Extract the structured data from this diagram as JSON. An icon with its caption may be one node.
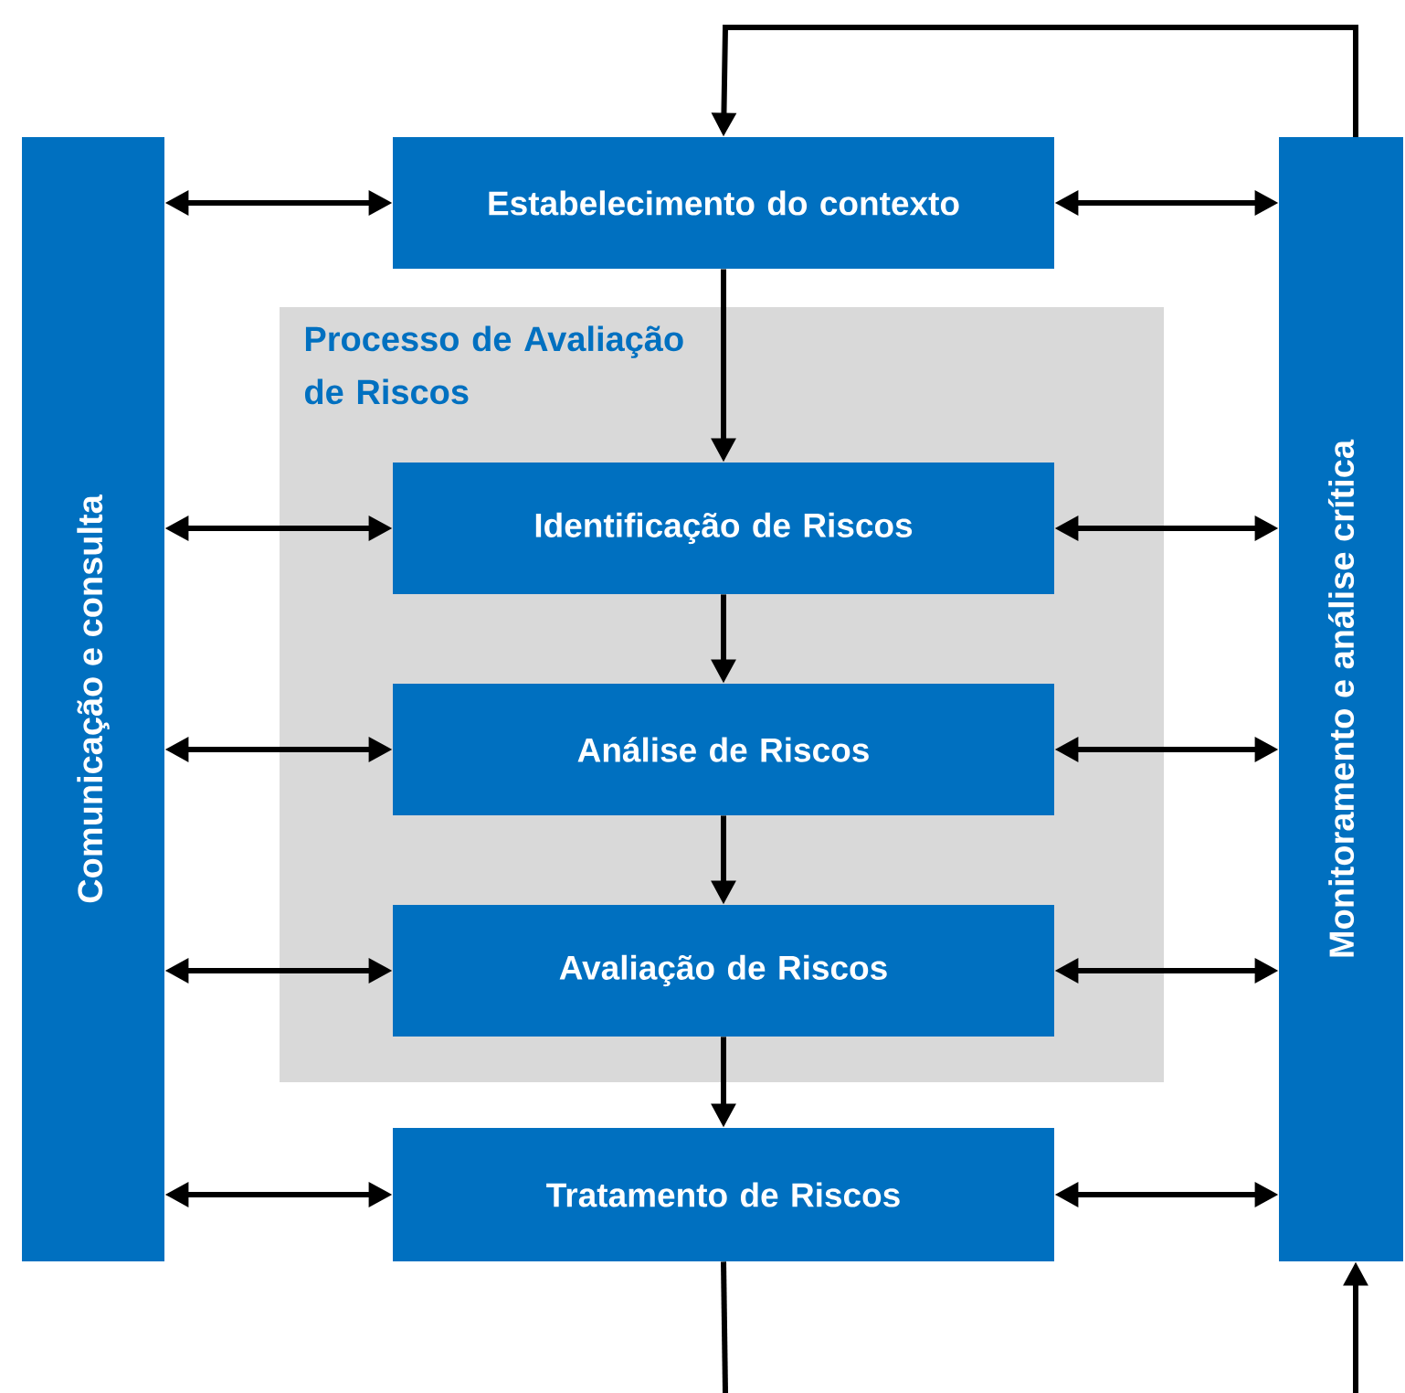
{
  "diagram": {
    "nodes": [
      {
        "text": [
          "Comunicação e consulta"
        ]
      },
      {
        "text": [
          "Monitoramento e análise crítica"
        ]
      },
      {
        "text": [
          "Estabelecimento do contexto"
        ]
      },
      {
        "text": [
          "Processo de Avaliação de Riscos"
        ]
      },
      {
        "text": [
          "Identificação de Riscos"
        ],
        "in": 3
      },
      {
        "text": [
          "Análise de Riscos"
        ],
        "in": 3
      },
      {
        "text": [
          "Avaliação de Riscos"
        ],
        "in": 3
      },
      {
        "text": [
          "Tratamento de Riscos"
        ]
      }
    ],
    "edges": [
      {
        "from": 0,
        "to": 2,
        "arrow": "both"
      },
      {
        "from": 2,
        "to": 1,
        "arrow": "both"
      },
      {
        "from": 1,
        "to": 2,
        "arrow": "to"
      },
      {
        "from": 2,
        "to": 4,
        "arrow": "to"
      },
      {
        "from": 0,
        "to": 4,
        "arrow": "both"
      },
      {
        "from": 4,
        "to": 1,
        "arrow": "both"
      },
      {
        "from": 4,
        "to": 5,
        "arrow": "to"
      },
      {
        "from": 0,
        "to": 5,
        "arrow": "both"
      },
      {
        "from": 5,
        "to": 1,
        "arrow": "both"
      },
      {
        "from": 5,
        "to": 6,
        "arrow": "to"
      },
      {
        "from": 0,
        "to": 6,
        "arrow": "both"
      },
      {
        "from": 6,
        "to": 1,
        "arrow": "both"
      },
      {
        "from": 6,
        "to": 7,
        "arrow": "to"
      },
      {
        "from": 0,
        "to": 7,
        "arrow": "both"
      },
      {
        "from": 7,
        "to": 1,
        "arrow": "both"
      },
      {
        "from": 7,
        "to": null,
        "arrow": "none"
      },
      {
        "from": null,
        "to": 1,
        "arrow": "to"
      }
    ]
  }
}
